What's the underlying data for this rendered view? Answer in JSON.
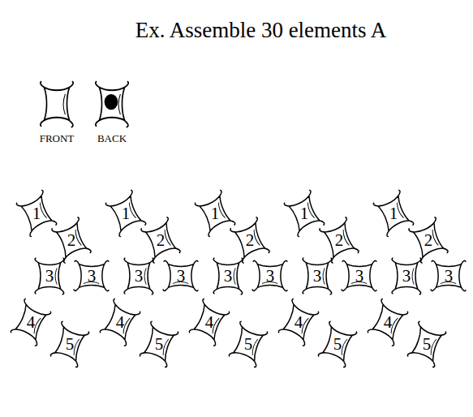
{
  "diagram": {
    "title": "Ex. Assemble 30 elements A",
    "nodes": [
      {
        "text": [
          "FRONT"
        ]
      },
      {
        "text": [
          "BACK"
        ]
      },
      {
        "text": [
          "1"
        ]
      },
      {
        "text": [
          "1"
        ]
      },
      {
        "text": [
          "1"
        ]
      },
      {
        "text": [
          "1"
        ]
      },
      {
        "text": [
          "1"
        ]
      },
      {
        "text": [
          "2"
        ]
      },
      {
        "text": [
          "2"
        ]
      },
      {
        "text": [
          "2"
        ]
      },
      {
        "text": [
          "2"
        ]
      },
      {
        "text": [
          "2"
        ]
      },
      {
        "text": [
          "3"
        ]
      },
      {
        "text": [
          "3"
        ]
      },
      {
        "text": [
          "3"
        ]
      },
      {
        "text": [
          "3"
        ]
      },
      {
        "text": [
          "3"
        ]
      },
      {
        "text": [
          "3"
        ]
      },
      {
        "text": [
          "3"
        ]
      },
      {
        "text": [
          "3"
        ]
      },
      {
        "text": [
          "3"
        ]
      },
      {
        "text": [
          "3"
        ]
      },
      {
        "text": [
          "4"
        ]
      },
      {
        "text": [
          "4"
        ]
      },
      {
        "text": [
          "4"
        ]
      },
      {
        "text": [
          "4"
        ]
      },
      {
        "text": [
          "4"
        ]
      },
      {
        "text": [
          "5"
        ]
      },
      {
        "text": [
          "5"
        ]
      },
      {
        "text": [
          "5"
        ]
      },
      {
        "text": [
          "5"
        ]
      },
      {
        "text": [
          "5"
        ]
      }
    ]
  }
}
